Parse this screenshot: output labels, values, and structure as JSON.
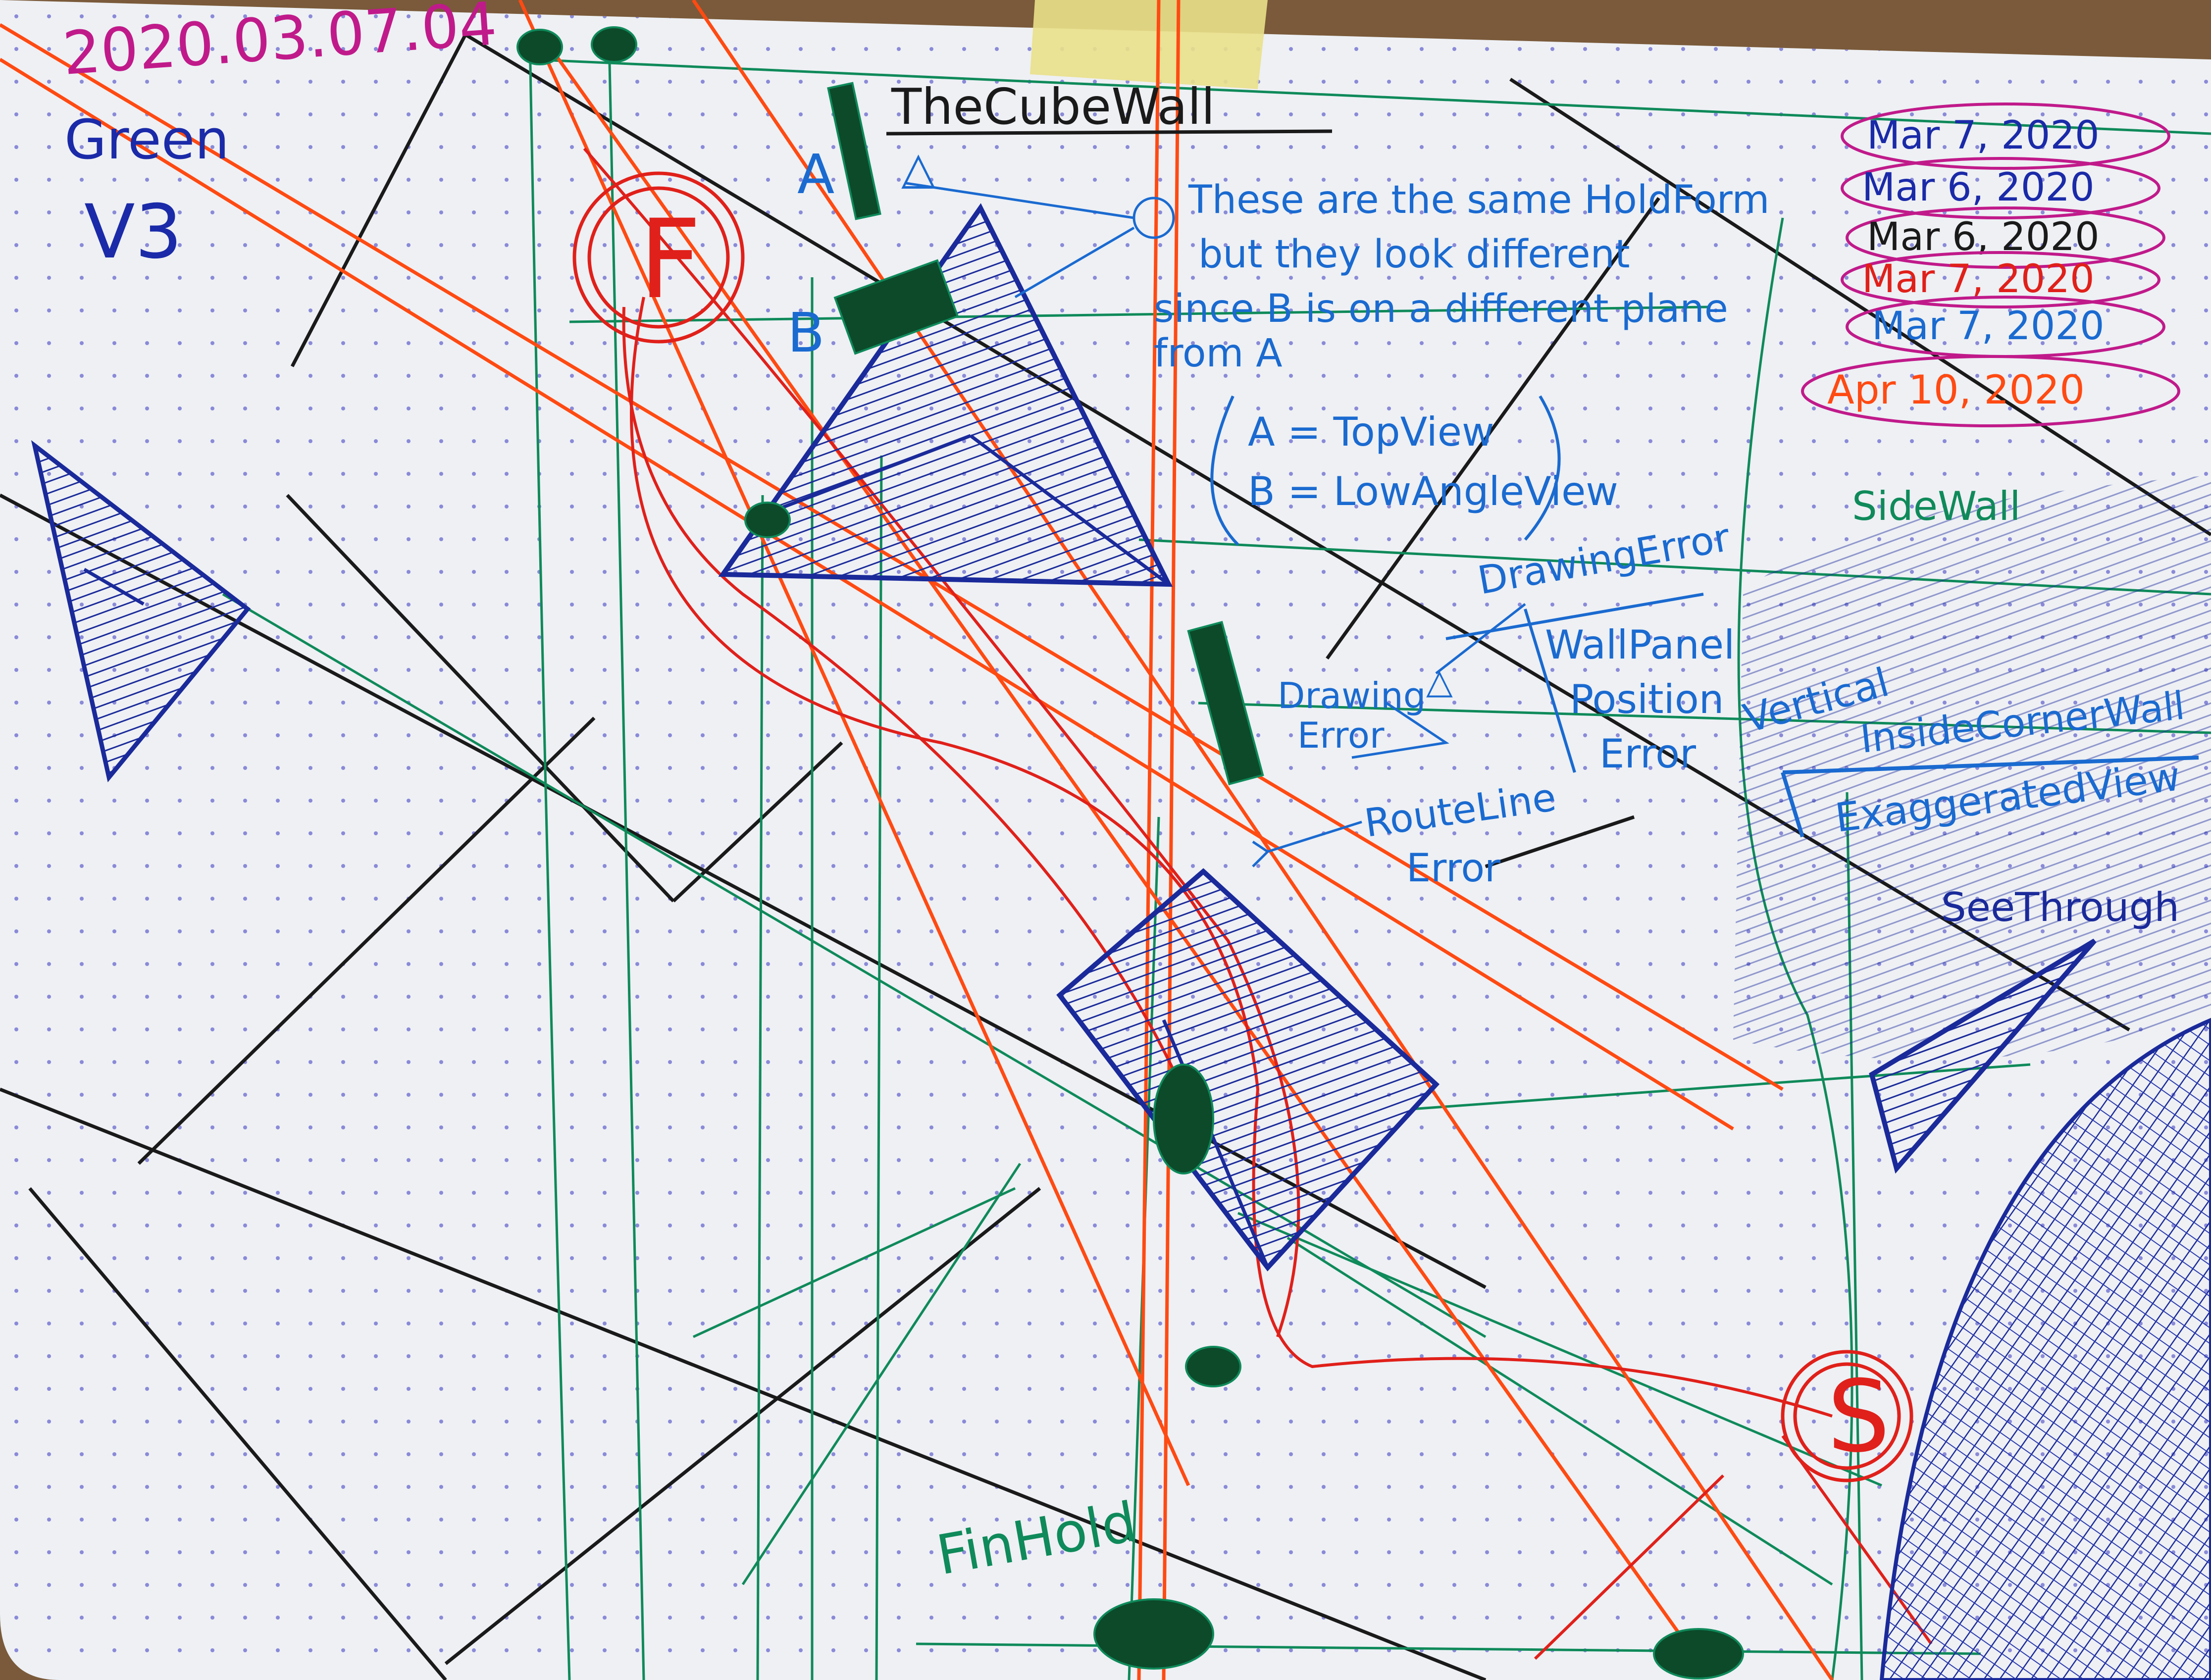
{
  "header": {
    "date_code": "2020.03.07.04",
    "pen_color_name": "Green",
    "version": "V3"
  },
  "title": "TheCubeWall",
  "labels": {
    "A": "A",
    "B": "B",
    "F": "F",
    "S": "S",
    "same_form_note_1": "These are the same HoldForm",
    "same_form_note_2": "but they look different",
    "same_form_note_3": "since B is on a different plane",
    "same_form_note_4": "from A",
    "a_topview": "A = TopView",
    "b_lowangle": "B = LowAngleView",
    "drawing_error_1": "DrawingError",
    "wallpanel_1": "WallPanel",
    "wallpanel_2": "Position",
    "wallpanel_3": "Error",
    "drawing_error_2a": "Drawing",
    "drawing_error_2b": "Error",
    "routeline_1": "RouteLine",
    "routeline_2": "Error",
    "side_wall": "SideWall",
    "vertical": "Vertical",
    "inside_corner_wall": "InsideCornerWall",
    "exaggerated_view": "ExaggeratedView",
    "see_through": "SeeThrough",
    "finish_hold": "FinHold"
  },
  "dates": [
    "Mar 7, 2020",
    "Mar 6, 2020",
    "Mar 6, 2020",
    "Mar 7, 2020",
    "Mar 7, 2020",
    "Apr 10, 2020"
  ],
  "colors": {
    "paper": "#eef0f4",
    "dot": "#8a8ad8",
    "black_ink": "#1a1a1a",
    "green_ink": "#0f8a5a",
    "orange_ink": "#ff4a12",
    "red_ink": "#e0201a",
    "blue_ink": "#1a2a9a",
    "cyan_ink": "#1a6ad0",
    "magenta_ink": "#c01a8a",
    "tape": "#e9e08a",
    "wood": "#7a5a3a"
  }
}
